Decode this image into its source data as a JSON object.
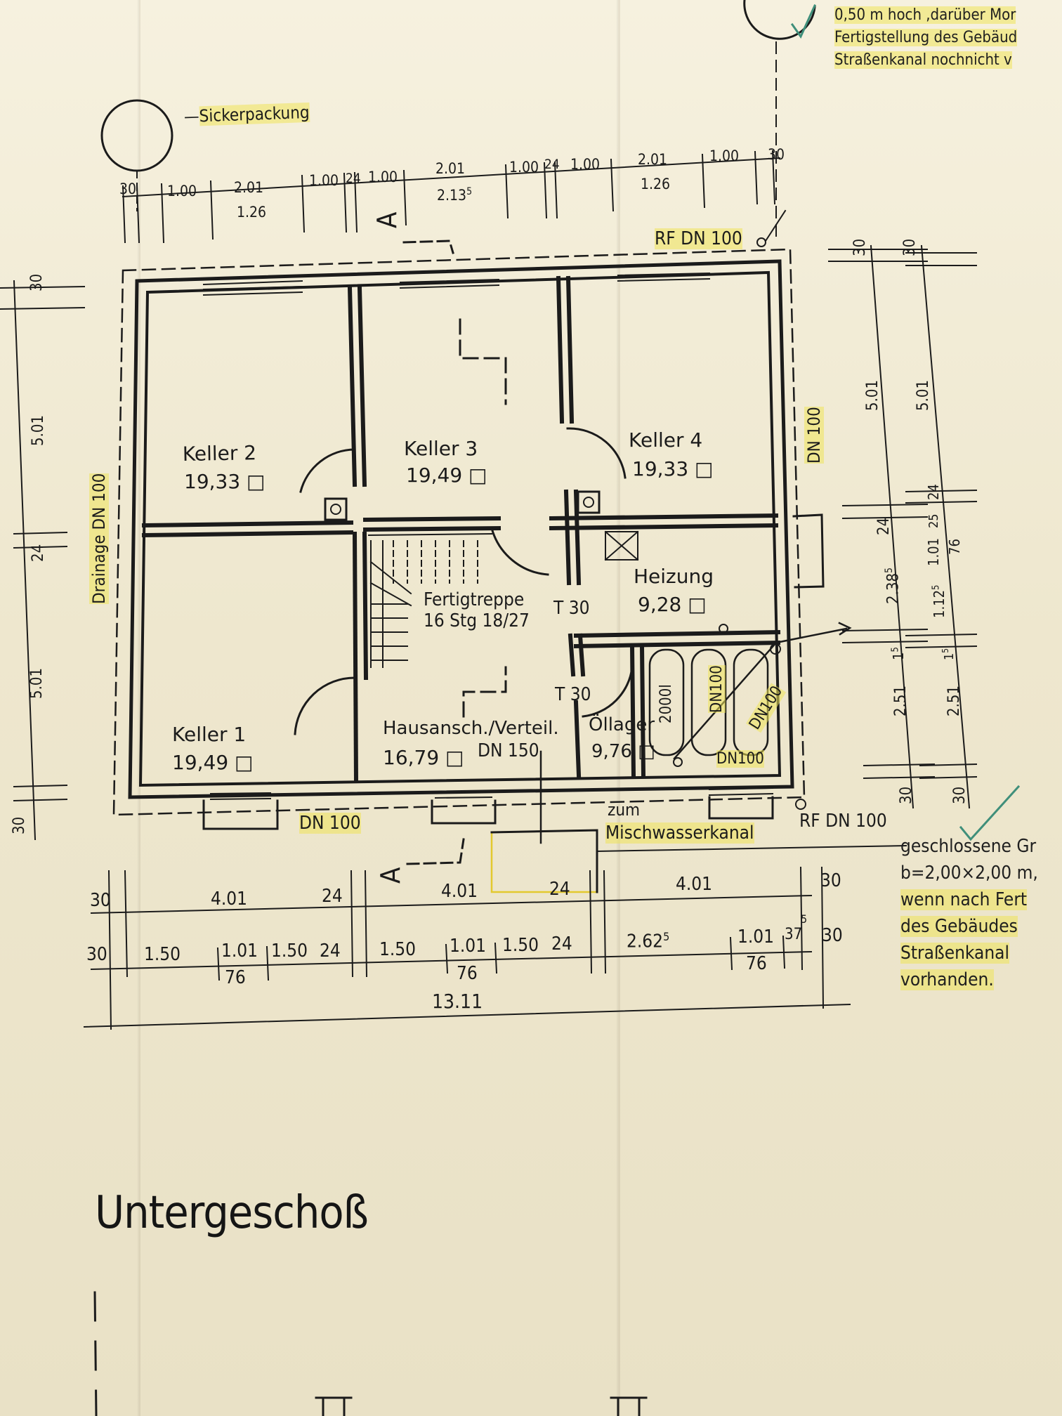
{
  "title": "Untergeschoß",
  "top_note_lines": [
    "0,50 m hoch ,darüber Mor",
    "Fertigstellung des Gebäud",
    "Straßenkanal nochnicht v"
  ],
  "right_note_lines": [
    "geschlossene Gr",
    "b=2,00×2,00 m,",
    "wenn nach Fert",
    "des Gebäudes",
    "Straßenkanal",
    "vorhanden."
  ],
  "labels": {
    "sickerpackung": "Sickerpackung",
    "drainage": "Drainage DN 100",
    "rf_top": "RF DN 100",
    "rf_bottom": "RF DN 100",
    "dn100_right": "DN 100",
    "dn100_bottom": "DN 100",
    "dn100_tank1": "DN100",
    "dn100_tank2": "DN100",
    "dn100_tank_bottom": "DN100",
    "tank_volume": "2000l",
    "dn150": "DN 150",
    "zum": "zum",
    "mischwasserkanal": "Mischwasserkanal",
    "section_top": "A",
    "section_bottom": "A",
    "t30_a": "T 30",
    "t30_b": "T 30"
  },
  "rooms": [
    {
      "name": "Keller 2",
      "area": "19,33"
    },
    {
      "name": "Keller 3",
      "area": "19,49"
    },
    {
      "name": "Keller 4",
      "area": "19,33"
    },
    {
      "name": "Heizung",
      "area": "9,28"
    },
    {
      "name": "Keller 1",
      "area": "19,49"
    },
    {
      "name": "Hausansch./Verteil.",
      "area": "16,79"
    },
    {
      "name": "Öllager",
      "area": "9,76"
    }
  ],
  "stair": {
    "line1": "Fertigtreppe",
    "line2": "16 Stg 18/27"
  },
  "dims": {
    "top": [
      "30",
      "1.00",
      "2.01",
      "1.26",
      "1.00",
      "24",
      "1.00",
      "2.01",
      "2.13",
      "5",
      "1.00",
      "24",
      "1.00",
      "2.01",
      "1.26",
      "1.00",
      "30"
    ],
    "bottom1": [
      "30",
      "4.01",
      "24",
      "4.01",
      "24",
      "4.01",
      "30"
    ],
    "bottom2": [
      "30",
      "1.50",
      "1.01",
      "76",
      "1.50",
      "24",
      "1.50",
      "1.01",
      "76",
      "1.50",
      "24",
      "2.62",
      "5",
      "1.01",
      "76",
      "37",
      "5",
      "30"
    ],
    "total": "13.11",
    "left": [
      "30",
      "5.01",
      "24",
      "5.01",
      "30"
    ],
    "right1": [
      "30",
      "5.01",
      "24",
      "2.38",
      "5",
      "1",
      "5",
      "2.51",
      "30"
    ],
    "right2": [
      "30",
      "5.01",
      "24",
      "25",
      "1.01",
      "76",
      "1.12",
      "5",
      "1",
      "5",
      "2.51",
      "30"
    ]
  }
}
